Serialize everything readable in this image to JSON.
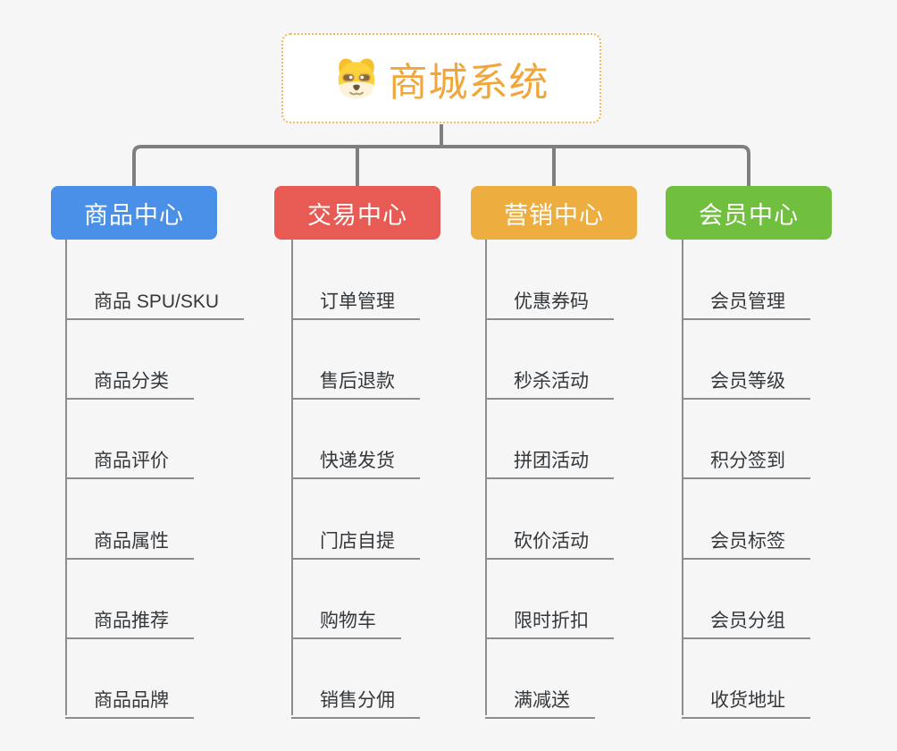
{
  "root": {
    "title": "商城系统",
    "icon": "dog-icon"
  },
  "branches": [
    {
      "label": "商品中心",
      "color": "#4a90e8",
      "items": [
        "商品 SPU/SKU",
        "商品分类",
        "商品评价",
        "商品属性",
        "商品推荐",
        "商品品牌"
      ]
    },
    {
      "label": "交易中心",
      "color": "#e85a54",
      "items": [
        "订单管理",
        "售后退款",
        "快递发货",
        "门店自提",
        "购物车",
        "销售分佣"
      ]
    },
    {
      "label": "营销中心",
      "color": "#edae3f",
      "items": [
        "优惠券码",
        "秒杀活动",
        "拼团活动",
        "砍价活动",
        "限时折扣",
        "满减送"
      ]
    },
    {
      "label": "会员中心",
      "color": "#71bf3f",
      "items": [
        "会员管理",
        "会员等级",
        "积分签到",
        "会员标签",
        "会员分组",
        "收货地址"
      ]
    }
  ],
  "palette": {
    "background": "#f6f6f7",
    "connector_line": "#7f7f7f",
    "child_line": "#8d8d8d",
    "child_text": "#34383b",
    "root_text": "#f0a63b",
    "root_border": "#f2b765"
  }
}
